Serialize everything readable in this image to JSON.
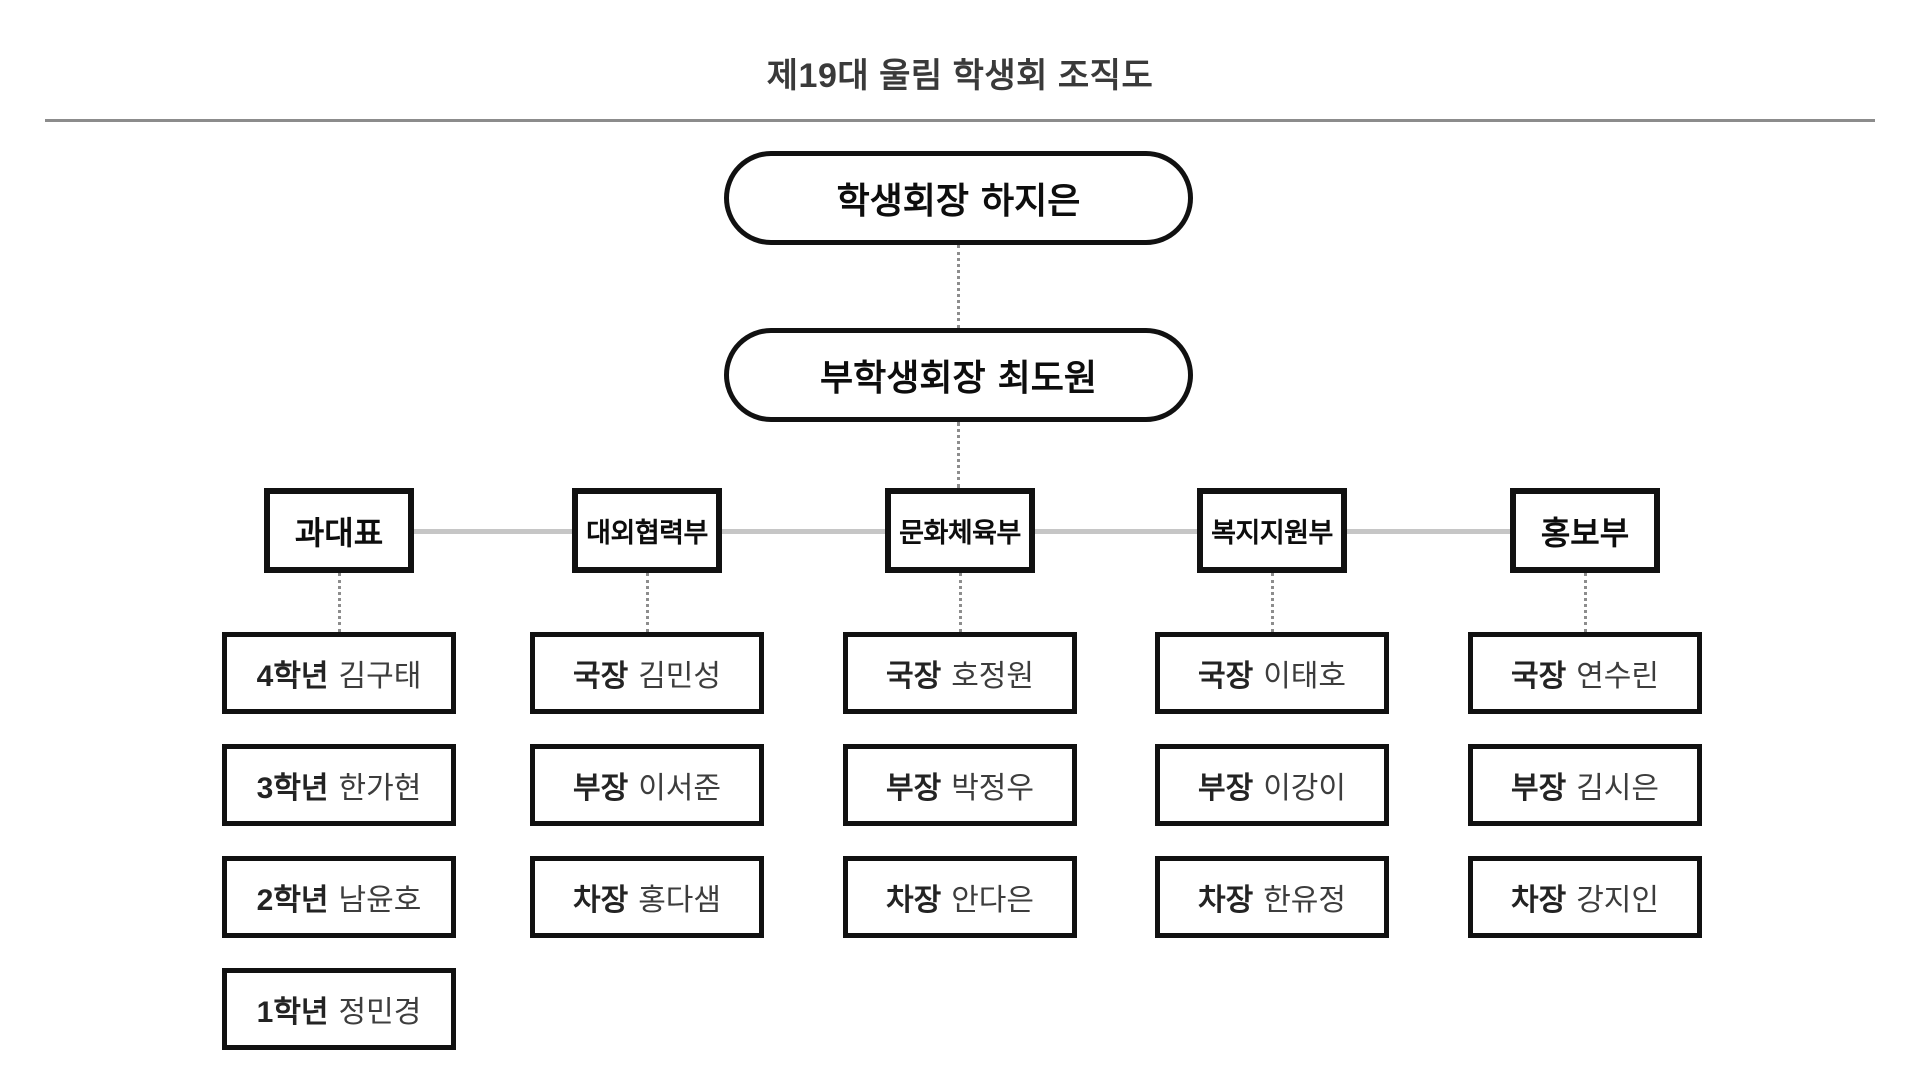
{
  "title": "제19대 울림 학생회 조직도",
  "leadership": [
    {
      "role": "학생회장",
      "name": "하지은"
    },
    {
      "role": "부학생회장",
      "name": "최도원"
    }
  ],
  "departments": [
    {
      "name": "과대표",
      "members": [
        {
          "role": "4학년",
          "name": "김구태"
        },
        {
          "role": "3학년",
          "name": "한가현"
        },
        {
          "role": "2학년",
          "name": "남윤호"
        },
        {
          "role": "1학년",
          "name": "정민경"
        }
      ]
    },
    {
      "name": "대외협력부",
      "members": [
        {
          "role": "국장",
          "name": "김민성"
        },
        {
          "role": "부장",
          "name": "이서준"
        },
        {
          "role": "차장",
          "name": "홍다샘"
        }
      ]
    },
    {
      "name": "문화체육부",
      "members": [
        {
          "role": "국장",
          "name": "호정원"
        },
        {
          "role": "부장",
          "name": "박정우"
        },
        {
          "role": "차장",
          "name": "안다은"
        }
      ]
    },
    {
      "name": "복지지원부",
      "members": [
        {
          "role": "국장",
          "name": "이태호"
        },
        {
          "role": "부장",
          "name": "이강이"
        },
        {
          "role": "차장",
          "name": "한유정"
        }
      ]
    },
    {
      "name": "홍보부",
      "members": [
        {
          "role": "국장",
          "name": "연수린"
        },
        {
          "role": "부장",
          "name": "김시은"
        },
        {
          "role": "차장",
          "name": "강지인"
        }
      ]
    }
  ],
  "colors": {
    "box_border": "#111111",
    "rail_gray": "#c6c6c6",
    "divider_gray": "#8c8c8c",
    "dotted_connector": "#8d8d8d",
    "title_text": "#3a3a3a",
    "background": "#ffffff"
  }
}
